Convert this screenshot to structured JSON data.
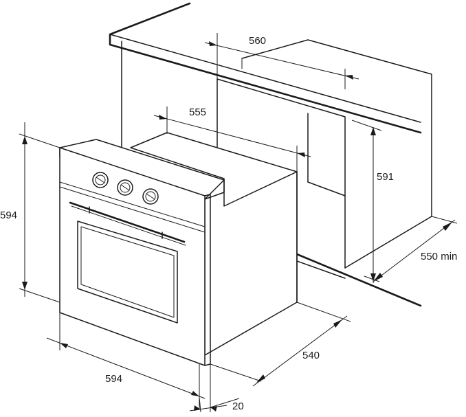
{
  "dimensions": {
    "cabinet_width": "560",
    "oven_body_width": "555",
    "cabinet_height": "591",
    "cabinet_depth": "550 min",
    "oven_front_height": "594",
    "oven_front_width": "594",
    "oven_body_depth": "540",
    "front_panel_depth": "20"
  }
}
